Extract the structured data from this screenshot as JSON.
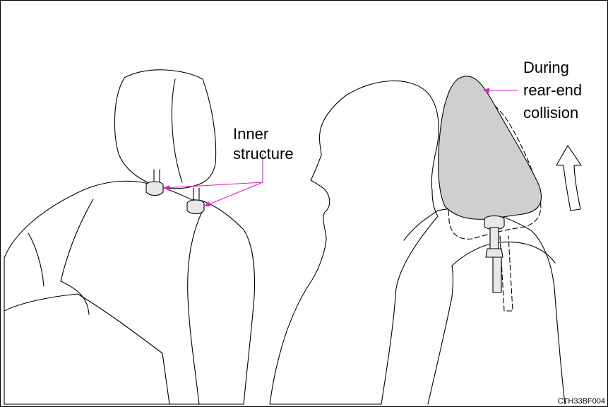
{
  "labels": {
    "inner_structure_line1": "Inner",
    "inner_structure_line2": "structure",
    "collision_line1": "During",
    "collision_line2": "rear-end",
    "collision_line3": "collision"
  },
  "figure_code": "CTH33BF004",
  "colors": {
    "callout": "#e020d0",
    "headrest_fill": "#cfcfcf",
    "line": "#000000"
  }
}
